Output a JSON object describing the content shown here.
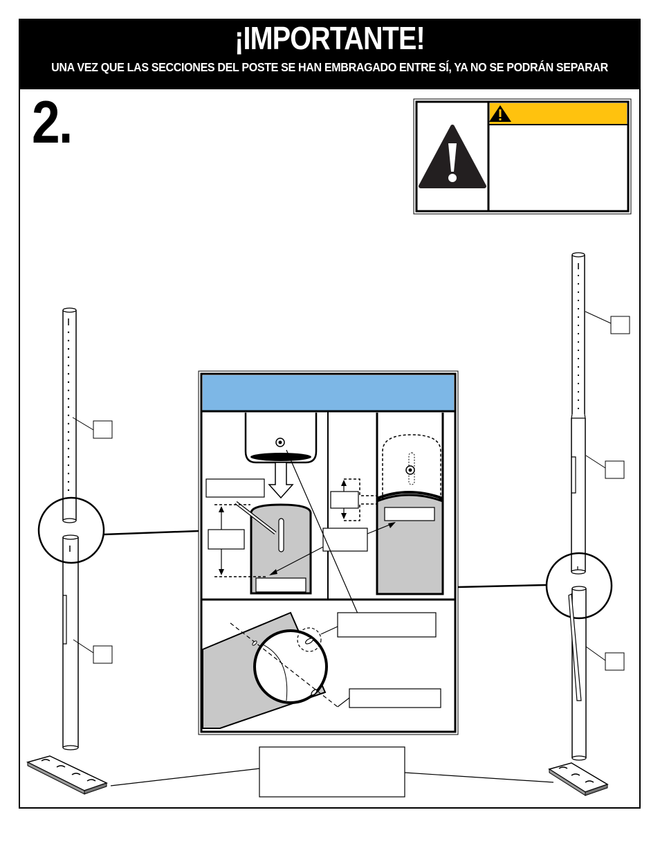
{
  "header": {
    "title": "¡IMPORTANTE!",
    "subtitle": "UNA VEZ QUE LAS SECCIONES DEL POSTE SE HAN EMBRAGADO ENTRE SÍ, YA NO SE PODRÁN SEPARAR"
  },
  "step": {
    "number": "2."
  },
  "warning": {
    "icon": "warning-triangle-icon",
    "label_color": "#FFC20E"
  },
  "detail": {
    "header_color": "#7DB7E6"
  },
  "colors": {
    "pole_gray": "#C8C8C8",
    "ink": "#000000"
  }
}
